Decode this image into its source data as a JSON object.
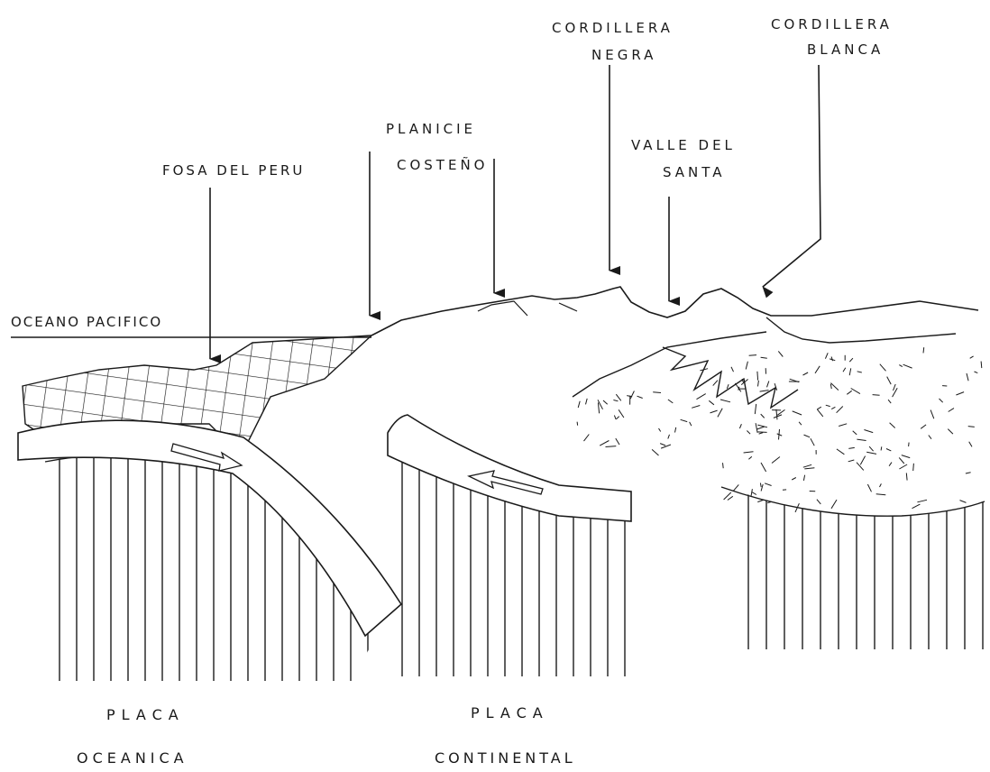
{
  "labels": {
    "cordillera_negra": [
      "CORDILLERA",
      "NEGRA"
    ],
    "cordillera_blanca": [
      "CORDILLERA",
      "BLANCA"
    ],
    "planicie_costeno": [
      "PLANICIE",
      "COSTEÑO"
    ],
    "valle_del_santa": [
      "VALLE DEL",
      "SANTA"
    ],
    "fosa_del_peru": "FOSA DEL PERU",
    "oceano_pacifico": "OCEANO PACIFICO",
    "placa_oceanica": [
      "PLACA",
      "OCEANICA"
    ],
    "placa_continental": [
      "PLACA",
      "CONTINENTAL"
    ]
  },
  "colors": {
    "ink": "#1a1a1a",
    "paper": "#ffffff"
  }
}
